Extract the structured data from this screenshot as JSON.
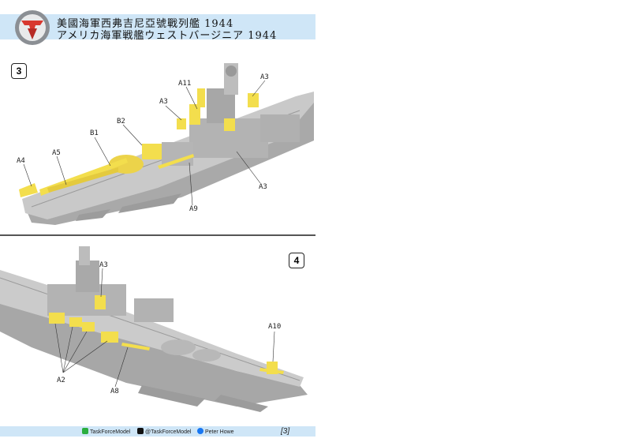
{
  "header": {
    "title_chinese": "美國海軍西弗吉尼亞號戰列艦 1944",
    "title_japanese": "アメリカ海軍戦艦ウェストバージニア 1944"
  },
  "steps": {
    "step3": "3",
    "step4": "4"
  },
  "labels_step3": [
    "A11",
    "A3",
    "A3",
    "B2",
    "B1",
    "A5",
    "A4",
    "A3",
    "A9"
  ],
  "labels_step4": [
    "A3",
    "A10",
    "A2",
    "A8"
  ],
  "footer": {
    "wechat": "TaskForceModel",
    "x_handle": "@TaskForceModel",
    "facebook": "Peter Howe",
    "page_number": "[3]"
  },
  "colors": {
    "hull": "#b9b9b9",
    "deck": "#d2d2d2",
    "photo_etch": "#f3de4d",
    "header_band": "#cfe6f7"
  }
}
